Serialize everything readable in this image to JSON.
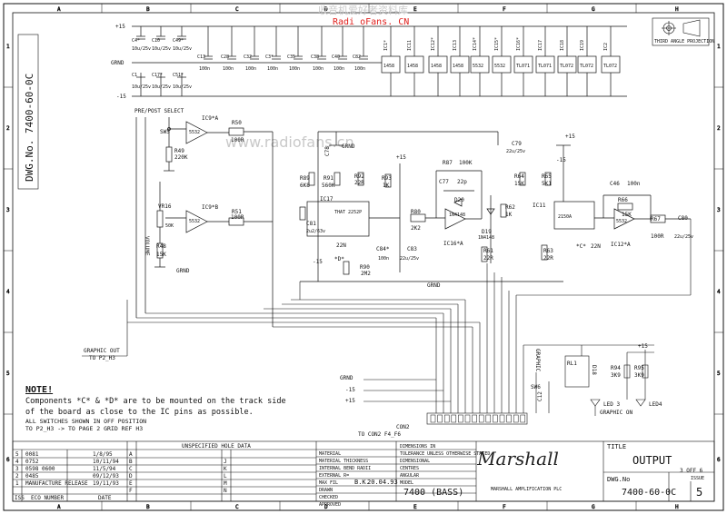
{
  "watermark_top": "收音机爱好者资料库",
  "watermark_site": "Radi oFans. CN",
  "watermark_mid": "www.radiofans.cn",
  "grid_cols": [
    "A",
    "B",
    "C",
    "D",
    "E",
    "F",
    "G",
    "H"
  ],
  "grid_rows": [
    "1",
    "2",
    "3",
    "4",
    "5",
    "6"
  ],
  "drawing_number_vertical": "DWG.No. 7400-60-0C",
  "projection_label": "THIRD ANGLE PROJECTION",
  "rails": {
    "pos": "+15",
    "neg": "-15",
    "gnd": "GRND"
  },
  "decoupling_caps_top": [
    "C4*",
    "C10",
    "C49*",
    "C13",
    "C28",
    "C32",
    "C3*",
    "C35",
    "C38",
    "C40",
    "C82"
  ],
  "decoupling_caps_bottom": [
    "C1",
    "C17*",
    "C51*"
  ],
  "cap_values": {
    "c10u": "10u/25v",
    "c100n": "100n"
  },
  "ic_labels": [
    "IC1*",
    "IC11",
    "IC12*",
    "IC13",
    "IC14*",
    "IC15*",
    "IC16*",
    "IC17",
    "IC18",
    "IC19",
    "IC2"
  ],
  "ic_parts": [
    "1458",
    "1458",
    "1458",
    "1458",
    "5532",
    "5532",
    "TL071",
    "TL071",
    "TL072",
    "TL072",
    "TL072"
  ],
  "pre_post_select": "PRE/POST SELECT",
  "sw5": "SW5",
  "ic9a": "IC9*A",
  "ic9b": "IC9*B",
  "r50": {
    "ref": "R50",
    "val": "100R"
  },
  "r51": {
    "ref": "R51",
    "val": "100R"
  },
  "r49": {
    "ref": "R49",
    "val": "220K"
  },
  "r48": {
    "ref": "R48",
    "val": "15K"
  },
  "vr16": "VR16",
  "volume": "VOLUME",
  "vr_val": "50K",
  "part5532": "5532",
  "c78": "C78",
  "grnd": "GRND",
  "r89": {
    "ref": "R89",
    "val": "6K8"
  },
  "r91": {
    "ref": "R91",
    "val": "560K"
  },
  "r92": {
    "ref": "R92",
    "val": "22R"
  },
  "r93": {
    "ref": "R93",
    "val": "1K"
  },
  "r87": {
    "ref": "R87",
    "val": "100K"
  },
  "c77": {
    "ref": "C77",
    "val": "22p"
  },
  "d20": {
    "ref": "D20",
    "val": "1N4148"
  },
  "d19": {
    "ref": "D19",
    "val": "1N4148"
  },
  "r62": {
    "ref": "R62",
    "val": "1K"
  },
  "r64": {
    "ref": "R64",
    "val": "15K"
  },
  "r65": {
    "ref": "R65",
    "val": "5K1"
  },
  "c79": {
    "ref": "C79",
    "val": "22u/25v"
  },
  "c46": {
    "ref": "C46",
    "val": "100n"
  },
  "r66": {
    "ref": "R66",
    "val": "15K"
  },
  "r67": {
    "ref": "R67",
    "val": "100R"
  },
  "c80": {
    "ref": "C80",
    "val": "22u/25v"
  },
  "r80": {
    "ref": "R80",
    "val": "2K2"
  },
  "r61": {
    "ref": "R61",
    "val": "22R"
  },
  "r63": {
    "ref": "R63",
    "val": "22R"
  },
  "r90": {
    "ref": "R90",
    "val": "2M2"
  },
  "c81": {
    "ref": "C81",
    "val": "2u2/63v"
  },
  "c84": {
    "ref": "C84*",
    "val": "100n"
  },
  "c83": {
    "ref": "C83",
    "val": "22u/25v"
  },
  "c22n": "22N",
  "ic17": "IC17",
  "ic17_part": "THAT 2252P",
  "ic16a": "IC16*A",
  "ic11": "IC11",
  "ic11_part": "2150A",
  "ic12a": "IC12*A",
  "c_star": "*C*",
  "d_star": "*D*",
  "neg15": "-15",
  "pos15": "+15",
  "graphic_out": "GRAPHIC OUT",
  "graphic_out_to": "TO P2_H3",
  "grnd_in": "GRND",
  "neg15_in": "-15",
  "pos15_in": "+15",
  "con2": "CON2",
  "con2_to": "TO CON2 F4_F6",
  "rl1": "RL1",
  "d18": "D18",
  "r94": {
    "ref": "R94",
    "val": "3K9"
  },
  "r95": {
    "ref": "R95",
    "val": "3K9"
  },
  "c12": "C12",
  "sw6": "SW6",
  "graphic_sw": "GRAPHIC",
  "led3": "LED 3",
  "led3_label": "GRAPHIC ON",
  "led4": "LED4",
  "note_title": "NOTE!",
  "note_line1": "Components *C* & *D* are to be mounted on the track side",
  "note_line2": "of the board as close to the IC pins as possible.",
  "note_line3": "ALL SWITCHES SHOWN IN OFF POSITION",
  "note_line4": "TO P2_H3 -> TO PAGE 2 GRID REF H3",
  "rev_rows": [
    {
      "iss": "5",
      "num": "0081",
      "date": "1/8/95"
    },
    {
      "iss": "4",
      "num": "0752",
      "date": "10/11/94"
    },
    {
      "iss": "3",
      "num": "0598 0600",
      "date": "11/5/94"
    },
    {
      "iss": "2",
      "num": "0485",
      "date": "09/12/93"
    },
    {
      "iss": "1",
      "num": "MANUFACTURE RELEASE",
      "date": "19/11/93"
    }
  ],
  "rev_headers": {
    "iss": "ISS",
    "eco": "ECO NUMBER",
    "date": "DATE"
  },
  "hole_title": "UNSPECIFIED HOLE DATA",
  "hole_letters_left": [
    "A",
    "B",
    "C",
    "D",
    "E",
    "F"
  ],
  "hole_letters_right": [
    "J",
    "K",
    "L",
    "M",
    "N"
  ],
  "mat_labels": [
    "MATERIAL",
    "MATERIAL THICKNESS",
    "INTERNAL BEND RADII",
    "EXTERNAL R=",
    "MAX FIL",
    "DRAWN",
    "CHECKED",
    "APPROVED"
  ],
  "drawn_by": "B.K.",
  "drawn_date": "20.04.93",
  "dim_labels": [
    "DIMENSIONS IN",
    "TOLERANCE UNLESS OTHERWISE STATED",
    "DIMENSIONAL",
    "CENTRES",
    "ANGULAR"
  ],
  "model_label": "MODEL",
  "model": "7400 (BASS)",
  "brand": "Marshall",
  "company": "MARSHALL AMPLIFICATION PLC",
  "title_label": "TITLE",
  "title": "OUTPUT",
  "sheet": "3 OFF 6",
  "dwg_label": "DWG.No",
  "dwg_no": "7400-60-0C",
  "issue_label": "ISSUE",
  "issue": "5"
}
